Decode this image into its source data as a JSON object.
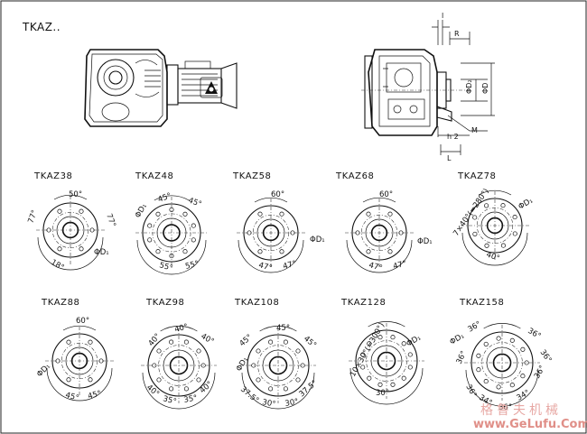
{
  "header": {
    "title": "TKAZ.."
  },
  "side_view": {
    "labels": {
      "l": "l",
      "R": "R",
      "D2": "ΦD₂",
      "D": "ΦD",
      "h2": "h 2",
      "M": "M",
      "L": "L"
    }
  },
  "models": [
    {
      "name": "TKAZ38",
      "angles": [
        "50°",
        "77°",
        "77°",
        "18°"
      ],
      "d1": "ΦD₁"
    },
    {
      "name": "TKAZ48",
      "angles": [
        "45°",
        "45°",
        "55°",
        "55°"
      ],
      "d1": "ΦD₁"
    },
    {
      "name": "TKAZ58",
      "angles": [
        "60°",
        "47°",
        "47°"
      ],
      "d1": "ΦD₁"
    },
    {
      "name": "TKAZ68",
      "angles": [
        "60°",
        "47°",
        "47°"
      ],
      "d1": "ΦD₁"
    },
    {
      "name": "TKAZ78",
      "angles": [
        "7×40°(=280°)",
        "40°"
      ],
      "d1": "ΦD₁"
    },
    {
      "name": "TKAZ88",
      "angles": [
        "60°",
        "45°",
        "45°"
      ],
      "d1": "ΦD₁"
    },
    {
      "name": "TKAZ98",
      "angles": [
        "40°",
        "40°",
        "40°",
        "40°",
        "35°",
        "35°",
        "40°"
      ],
      "d1": ""
    },
    {
      "name": "TKAZ108",
      "angles": [
        "45°",
        "45°",
        "45°",
        "37.5°",
        "30°",
        "30°",
        "37.5°"
      ],
      "d1": "ΦD₁"
    },
    {
      "name": "TKAZ128",
      "angles": [
        "10×30°(=300°)",
        "30°"
      ],
      "d1": "ΦD₁"
    },
    {
      "name": "TKAZ158",
      "angles": [
        "36°",
        "36°",
        "36°",
        "36°",
        "36°",
        "36°",
        "34°",
        "34°",
        "36°"
      ],
      "d1": "ΦD₁"
    }
  ],
  "watermark": {
    "cn": "格鲁夫机械",
    "url": "www.GeLufu.Com"
  }
}
